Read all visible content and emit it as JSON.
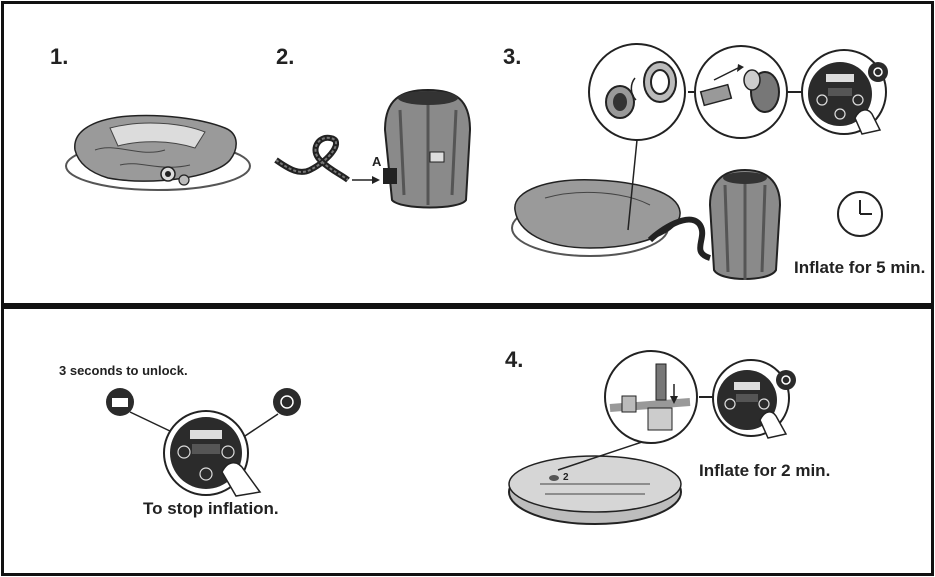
{
  "steps": {
    "step1": "1.",
    "step2": "2.",
    "step3": "3.",
    "step4": "4."
  },
  "labels": {
    "connector_a": "A",
    "valve_number": "2",
    "inflate_5": "Inflate for 5 min.",
    "inflate_2": "Inflate for 2 min.",
    "unlock": "3 seconds to unlock.",
    "stop": "To stop inflation."
  },
  "colors": {
    "line": "#222222",
    "gray_fill": "#8a8a8a",
    "light_fill": "#d8d8d8",
    "dark_fill": "#2b2b2b"
  }
}
